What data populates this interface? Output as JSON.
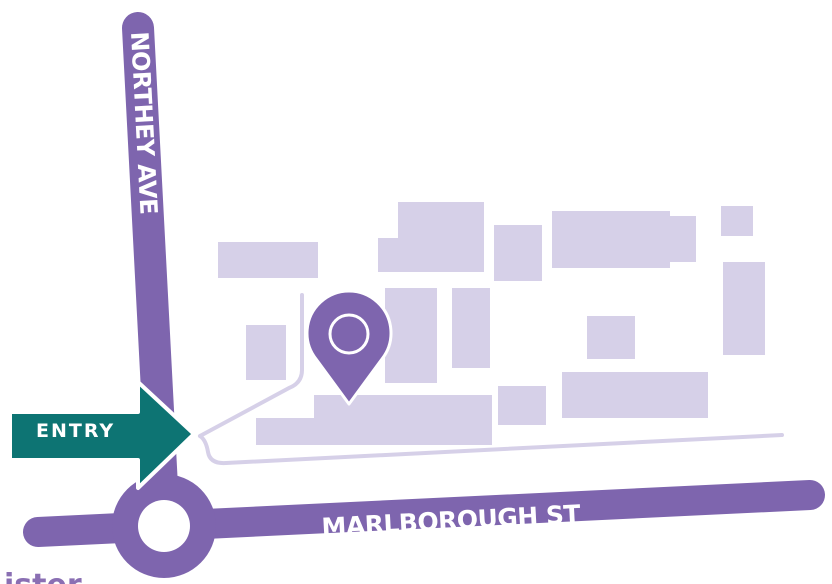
{
  "roads": {
    "vertical_label": "NORTHEY AVE",
    "horizontal_label": "MARLBOROUGH ST"
  },
  "entry": {
    "label": "ENTRY"
  },
  "bottom_text": "ister",
  "icons": {
    "location_pin": "location-pin-icon",
    "entry_arrow": "arrow-right-icon"
  },
  "colors": {
    "road": "#7e65ae",
    "building": "#d6d0e8",
    "path": "#d6d0e8",
    "entry_arrow": "#0d7473",
    "pin": "#7e65ae"
  }
}
